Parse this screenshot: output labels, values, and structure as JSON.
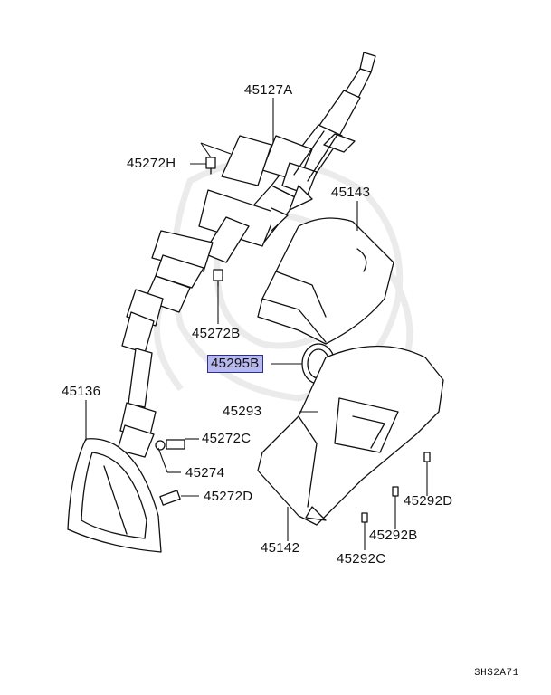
{
  "diagram": {
    "highlight_color": "#b6b8ef",
    "highlight_border": "#2b2f8f",
    "line_color": "#111111",
    "watermark_color": "#e9e9e9",
    "diagram_code": "3HS2A71",
    "part_labels": {
      "steering_column": "45127A",
      "bolt_h": "45272H",
      "upper_column_cover": "45143",
      "bolt_b": "45272B",
      "highlighted_ring": "45295B",
      "boot_cover": "45136",
      "lower_cover_part": "45293",
      "bolt_c": "45272C",
      "washer": "45274",
      "bolt_d": "45272D",
      "screw_d": "45292D",
      "screw_b": "45292B",
      "lower_column_cover": "45142",
      "screw_c": "45292C"
    }
  }
}
